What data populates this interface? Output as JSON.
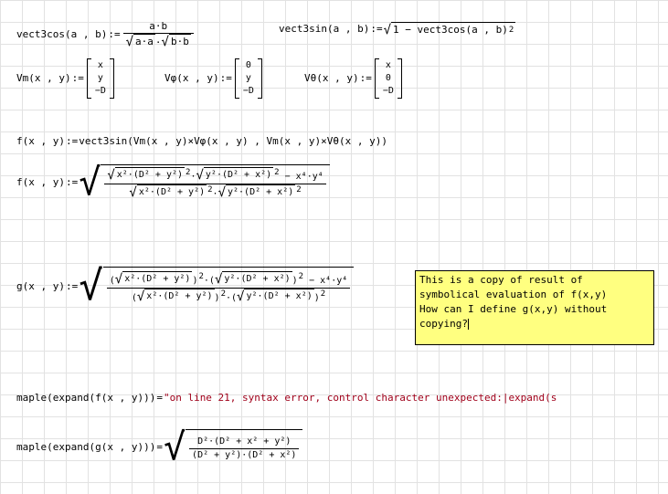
{
  "defs": {
    "vect3cos_lhs": "vect3cos(a , b)",
    "assign": ":=",
    "vect3cos_num": "a·b",
    "vect3cos_den_1": "a·a",
    "vect3cos_den_dot": "·",
    "vect3cos_den_2": "b·b",
    "vect3sin_lhs": "vect3sin(a , b)",
    "vect3sin_body_1": "1 − vect3cos(a , b)",
    "vect3sin_sup": "2"
  },
  "matrices": {
    "vm_lhs": "Vm(x , y)",
    "vm_cells": [
      "x",
      "y",
      "−D"
    ],
    "vphi_lhs": "Vφ(x , y)",
    "vphi_cells": [
      "0",
      "y",
      "−D"
    ],
    "vtheta_lhs": "Vθ(x , y)",
    "vtheta_cells": [
      "x",
      "0",
      "−D"
    ]
  },
  "f_def": {
    "lhs": "f(x , y)",
    "rhs": "vect3sin(Vm(x , y)×Vφ(x , y) , Vm(x , y)×Vθ(x , y))"
  },
  "f_result": {
    "lhs": "f(x , y)",
    "num_term1": "x²·(D² + y²)",
    "num_term2": "y²·(D² + x²)",
    "num_sq": "2",
    "num_minus": "− x⁴·y⁴",
    "den_term1": "x²·(D² + y²)",
    "den_term2": "y²·(D² + x²)",
    "den_sq": "2"
  },
  "g_def": {
    "lhs": "g(x , y)",
    "num_term1": "x²·(D² + y²)",
    "num_term2": "y²·(D² + x²)",
    "num_sq": "2",
    "num_minus": "− x⁴·y⁴",
    "den_term1": "x²·(D² + y²)",
    "den_term2": "y²·(D² + x²)",
    "den_sq": "2"
  },
  "note": {
    "line1": "This is a copy of result of",
    "line2": "symbolical evaluation of f(x,y)",
    "line3": "",
    "line4": "How can I define g(x,y) without",
    "line5": "copying?"
  },
  "maple_f": {
    "lhs": "maple(expand(f(x , y)))",
    "eq": "=",
    "error": "\"on line 21, syntax error, control character unexpected:|expand(s"
  },
  "maple_g": {
    "lhs": "maple(expand(g(x , y)))",
    "eq": "=",
    "num": "D²·(D² + x² + y²)",
    "den": "(D² + y²)·(D² + x²)"
  }
}
